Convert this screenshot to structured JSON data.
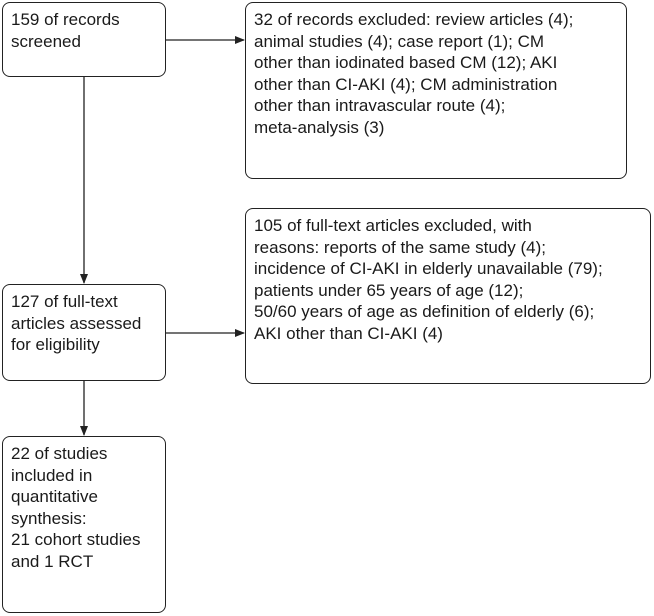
{
  "boxes": {
    "screened": {
      "lines": [
        "159 of records",
        "screened"
      ]
    },
    "excluded_records": {
      "lines": [
        "32 of records excluded: review articles (4);",
        "animal studies (4); case report (1); CM",
        "other than iodinated based CM (12); AKI",
        "other than CI-AKI (4); CM administration",
        "other than intravascular route (4);",
        "meta-analysis (3)"
      ]
    },
    "excluded_fulltext": {
      "lines": [
        "105 of full-text articles excluded, with",
        "reasons: reports of the same study (4);",
        "incidence of CI-AKI in elderly unavailable (79);",
        "patients under 65 years of age (12);",
        "50/60 years of age as definition of elderly (6);",
        "AKI other than CI-AKI (4)"
      ]
    },
    "assessed": {
      "lines": [
        "127 of full-text",
        "articles assessed",
        "for eligibility"
      ]
    },
    "included": {
      "lines": [
        "22 of studies",
        "included in",
        "quantitative",
        "synthesis:",
        "21 cohort studies",
        "and 1 RCT"
      ]
    }
  },
  "colors": {
    "border": "#222222",
    "text": "#1a1a1a",
    "arrow": "#222222",
    "background": "#ffffff"
  }
}
